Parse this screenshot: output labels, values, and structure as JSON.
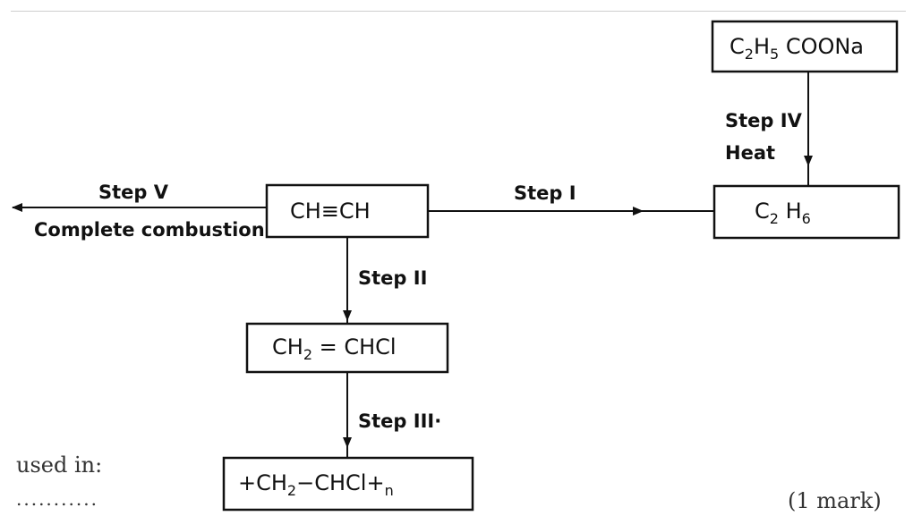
{
  "diagram": {
    "nodes": {
      "sodium_propanoate": {
        "main": "C",
        "sub1": "2",
        "mid": "H",
        "sub2": "5",
        "tail": " COONa"
      },
      "ethyne": {
        "text": "CH≡CH"
      },
      "ethane": {
        "main": "C",
        "sub1": "2",
        "mid": " H",
        "sub2": "6"
      },
      "chloroethene": {
        "main": "CH",
        "sub1": "2",
        "tail": " = CHCl"
      },
      "polymer": {
        "open": "+CH",
        "sub1": "2",
        "mid": "−CHCl+",
        "sub2": "n"
      }
    },
    "steps": {
      "step1": "Step I",
      "step2": "Step II",
      "step3": "Step III·",
      "step4": "Step IV",
      "step4_condition": "Heat",
      "step5": "Step V",
      "step5_condition": "Complete combustion"
    }
  },
  "footer": {
    "used_in": "used in:",
    "dots": "...........",
    "marks": "(1 mark)"
  }
}
